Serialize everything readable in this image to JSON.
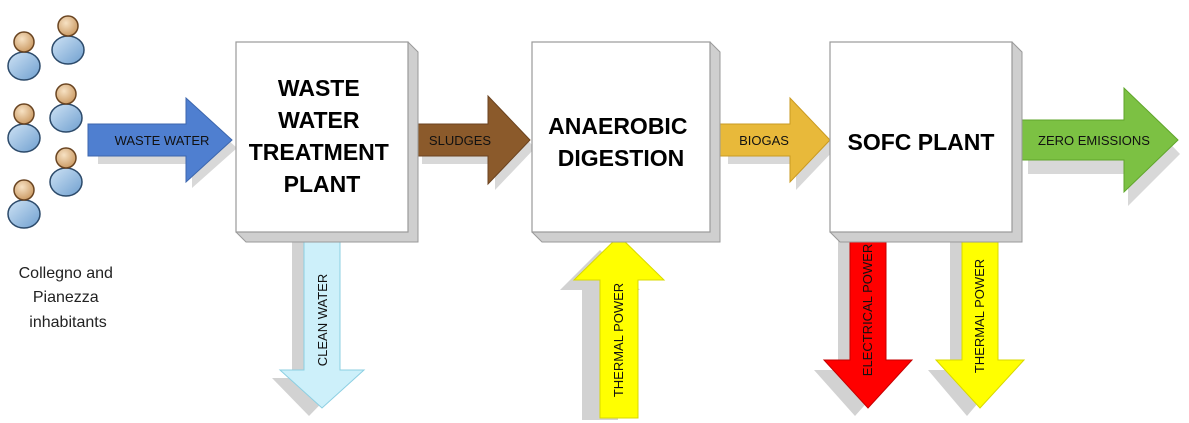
{
  "people": {
    "caption": [
      "Collegno and",
      "Pianezza",
      "inhabitants"
    ]
  },
  "boxes": {
    "wwtp": [
      "WASTE",
      "WATER",
      "TREATMENT",
      "PLANT"
    ],
    "anaerobic": [
      "ANAEROBIC",
      "DIGESTION"
    ],
    "sofc": [
      "SOFC PLANT"
    ]
  },
  "arrows": {
    "waste_water": "WASTE WATER",
    "sludges": "SLUDGES",
    "biogas": "BIOGAS",
    "zero_emissions": "ZERO EMISSIONS",
    "clean_water": "CLEAN WATER",
    "thermal_power_in": "THERMAL POWER",
    "electrical_power": "ELECTRICAL POWER",
    "thermal_power_out": "THERMAL POWER"
  },
  "colors": {
    "waste_water": "#4f7fd0",
    "sludges": "#8b5a2b",
    "biogas": "#e8b93a",
    "zero_emissions": "#7cc143",
    "clean_water": "#cdf0fa",
    "thermal_power": "#ffff00",
    "electrical_power": "#ff0000",
    "shadow": "#d4d4d4",
    "person_body": "#a8c8e8",
    "person_head": "#e8c49a"
  }
}
